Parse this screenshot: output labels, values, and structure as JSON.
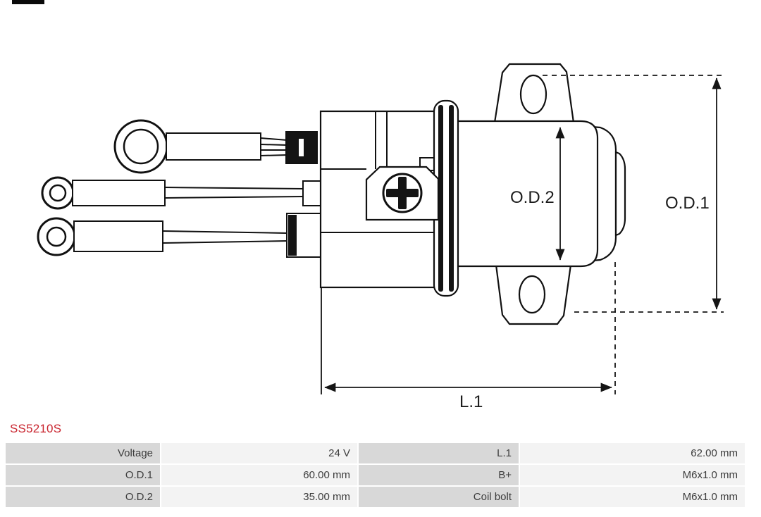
{
  "part_number": "SS5210S",
  "diagram": {
    "labels": {
      "od1": "O.D.1",
      "od2": "O.D.2",
      "l1": "L.1"
    }
  },
  "spec_table": {
    "rows": [
      [
        "Voltage",
        "24 V",
        "L.1",
        "62.00 mm"
      ],
      [
        "O.D.1",
        "60.00 mm",
        "B+",
        "M6x1.0 mm"
      ],
      [
        "O.D.2",
        "35.00 mm",
        "Coil bolt",
        "M6x1.0 mm"
      ]
    ]
  },
  "colors": {
    "part_number_red": "#c9242e",
    "label_cell_bg": "#d8d8d8",
    "value_cell_bg": "#f3f3f3",
    "line": "#151515"
  }
}
